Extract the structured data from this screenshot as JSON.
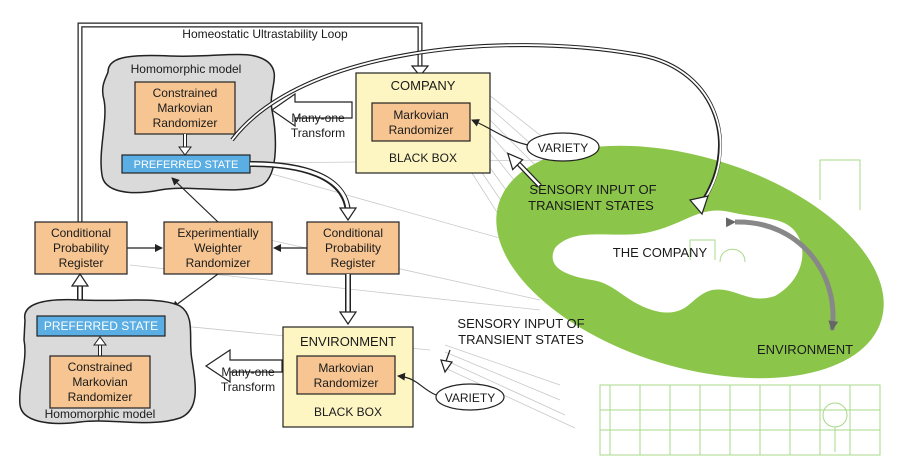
{
  "loop": {
    "label": "Homeostatic Ultrastability Loop"
  },
  "model_top": {
    "title": "Homomorphic model",
    "randomizer": [
      "Constrained",
      "Markovian",
      "Randomizer"
    ],
    "preferred": "PREFERRED STATE"
  },
  "model_bottom": {
    "title": "Homomorphic model",
    "randomizer": [
      "Constrained",
      "Markovian",
      "Randomizer"
    ],
    "preferred": "PREFERRED STATE"
  },
  "company_box": {
    "title": "COMPANY",
    "inner": [
      "Markovian",
      "Randomizer"
    ],
    "footer": "BLACK BOX"
  },
  "environment_box": {
    "title": "ENVIRONMENT",
    "inner": [
      "Markovian",
      "Randomizer"
    ],
    "footer": "BLACK BOX"
  },
  "transform_top": [
    "Many-one",
    "Transform"
  ],
  "transform_bottom": [
    "Many-one",
    "Transform"
  ],
  "cpr_left": [
    "Conditional",
    "Probability",
    "Register"
  ],
  "cpr_right": [
    "Conditional",
    "Probability",
    "Register"
  ],
  "ewr": [
    "Experimentially",
    "Weighter",
    "Randomizer"
  ],
  "variety_top": "VARIETY",
  "variety_bottom": "VARIETY",
  "sensory_top": [
    "SENSORY INPUT OF",
    "TRANSIENT STATES"
  ],
  "sensory_bottom": [
    "SENSORY INPUT OF",
    "TRANSIENT STATES"
  ],
  "ellipse": {
    "company": "THE COMPANY",
    "environment": "ENVIRONMENT"
  },
  "colors": {
    "orange_box": "#f6c592",
    "yellow_box": "#fdf6c3",
    "blue_box": "#5aaee3",
    "model_fill": "#dadada",
    "ellipse_fill": "#8bc64a",
    "sketch": "#a7d98a"
  }
}
